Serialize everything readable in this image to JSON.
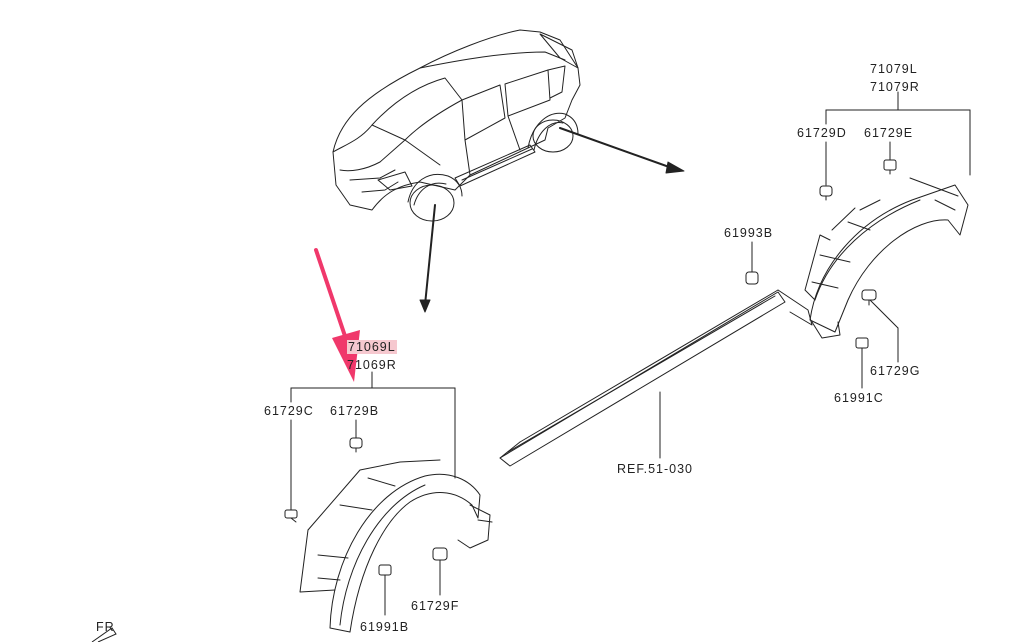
{
  "colors": {
    "line": "#222222",
    "highlight": "#f6c8cf",
    "pointer_arrow": "#f0386b",
    "background": "#ffffff"
  },
  "labels": {
    "rear_group_l": "71079L",
    "rear_group_r": "71079R",
    "p_61729D": "61729D",
    "p_61729E": "61729E",
    "p_61993B": "61993B",
    "p_61729G": "61729G",
    "p_61991C": "61991C",
    "ref": "REF.51-030",
    "front_group_l": "71069L",
    "front_group_r": "71069R",
    "p_61729C": "61729C",
    "p_61729B": "61729B",
    "p_61729F": "61729F",
    "p_61991B": "61991B",
    "fr": "FR"
  },
  "icons": [
    "red-pointer-arrow-icon",
    "fr-direction-arrow-icon"
  ]
}
